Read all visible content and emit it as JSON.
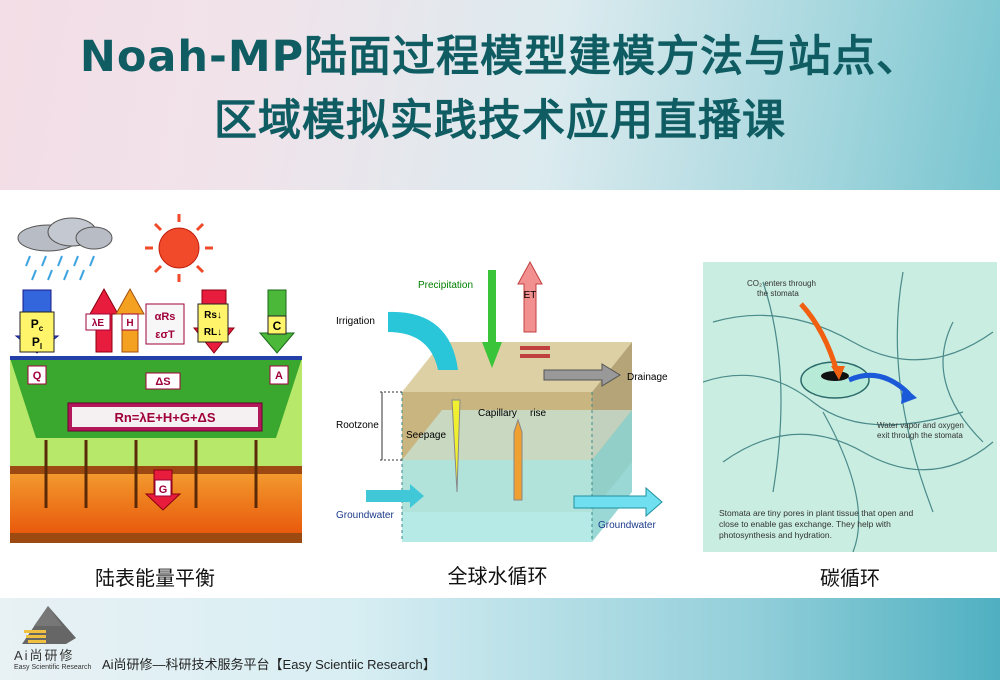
{
  "header": {
    "title_line1": "Noah-MP陆面过程模型建模方法与站点、",
    "title_line2": "区域模拟实践技术应用直播课"
  },
  "panels": {
    "energy": {
      "caption": "陆表能量平衡",
      "labels": {
        "pc": "P",
        "pc_sub": "c",
        "pl": "P",
        "pl_sub": "l",
        "le": "λE",
        "h": "H",
        "ars": "αRs",
        "esigt": "εσT",
        "rs": "Rs↓",
        "rl": "RL↓",
        "c": "C",
        "q": "Q",
        "a": "A",
        "ds": "ΔS",
        "eq": "Rn=λE+H+G+ΔS",
        "g": "G"
      }
    },
    "water": {
      "caption": "全球水循环",
      "labels": {
        "precipitation": "Precipitation",
        "et": "ET",
        "irrigation": "Irrigation",
        "drainage": "Drainage",
        "rootzone": "Rootzone",
        "seepage": "Seepage",
        "capillary": "Capillary",
        "rise": "rise",
        "groundwater_in": "Groundwater",
        "groundwater_out": "Groundwater"
      }
    },
    "carbon": {
      "caption": "碳循环",
      "labels": {
        "co2_1": "CO₂ enters through",
        "co2_2": "the stomata",
        "vapor_1": "Water vapor and oxygen",
        "vapor_2": "exit through the stomata",
        "desc_1": "Stomata are tiny pores in plant tissue that open and",
        "desc_2": "close to enable gas exchange.  They help with",
        "desc_3": "photosynthesis and hydration."
      }
    }
  },
  "footer": {
    "logo_main": "Ai尚研修",
    "logo_sub": "Easy Scientific Research",
    "platform": "Ai尚研修—科研技术服务平台【Easy Scientiic Research】"
  },
  "colors": {
    "title": "#0f5d63",
    "carbon_bg": "#c9ede0"
  }
}
